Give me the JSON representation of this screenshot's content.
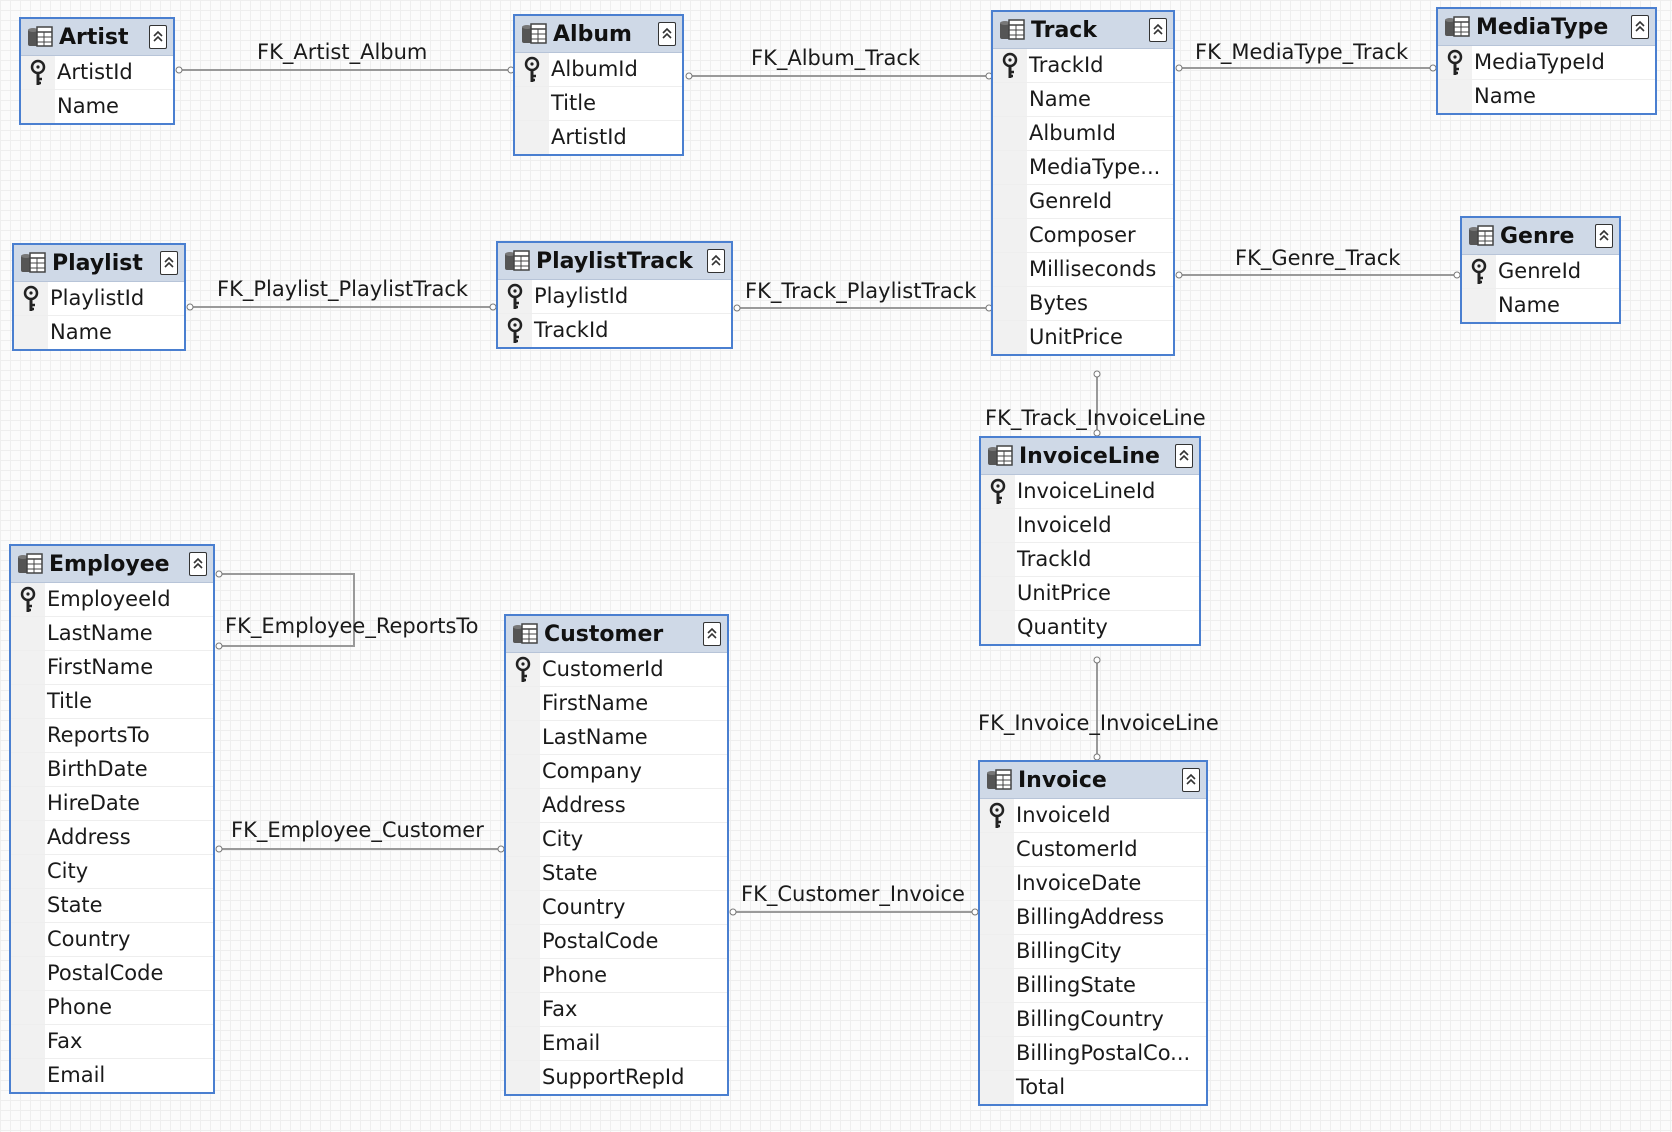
{
  "tables": {
    "artist": {
      "title": "Artist",
      "columns": [
        {
          "name": "ArtistId",
          "pk": true
        },
        {
          "name": "Name",
          "pk": false
        }
      ]
    },
    "album": {
      "title": "Album",
      "columns": [
        {
          "name": "AlbumId",
          "pk": true
        },
        {
          "name": "Title",
          "pk": false
        },
        {
          "name": "ArtistId",
          "pk": false
        }
      ]
    },
    "track": {
      "title": "Track",
      "columns": [
        {
          "name": "TrackId",
          "pk": true
        },
        {
          "name": "Name",
          "pk": false
        },
        {
          "name": "AlbumId",
          "pk": false
        },
        {
          "name": "MediaType...",
          "pk": false
        },
        {
          "name": "GenreId",
          "pk": false
        },
        {
          "name": "Composer",
          "pk": false
        },
        {
          "name": "Milliseconds",
          "pk": false
        },
        {
          "name": "Bytes",
          "pk": false
        },
        {
          "name": "UnitPrice",
          "pk": false
        }
      ]
    },
    "mediatype": {
      "title": "MediaType",
      "columns": [
        {
          "name": "MediaTypeId",
          "pk": true
        },
        {
          "name": "Name",
          "pk": false
        }
      ]
    },
    "genre": {
      "title": "Genre",
      "columns": [
        {
          "name": "GenreId",
          "pk": true
        },
        {
          "name": "Name",
          "pk": false
        }
      ]
    },
    "playlist": {
      "title": "Playlist",
      "columns": [
        {
          "name": "PlaylistId",
          "pk": true
        },
        {
          "name": "Name",
          "pk": false
        }
      ]
    },
    "playlisttrack": {
      "title": "PlaylistTrack",
      "columns": [
        {
          "name": "PlaylistId",
          "pk": true
        },
        {
          "name": "TrackId",
          "pk": true
        }
      ]
    },
    "invoiceline": {
      "title": "InvoiceLine",
      "columns": [
        {
          "name": "InvoiceLineId",
          "pk": true
        },
        {
          "name": "InvoiceId",
          "pk": false
        },
        {
          "name": "TrackId",
          "pk": false
        },
        {
          "name": "UnitPrice",
          "pk": false
        },
        {
          "name": "Quantity",
          "pk": false
        }
      ]
    },
    "employee": {
      "title": "Employee",
      "columns": [
        {
          "name": "EmployeeId",
          "pk": true
        },
        {
          "name": "LastName",
          "pk": false
        },
        {
          "name": "FirstName",
          "pk": false
        },
        {
          "name": "Title",
          "pk": false
        },
        {
          "name": "ReportsTo",
          "pk": false
        },
        {
          "name": "BirthDate",
          "pk": false
        },
        {
          "name": "HireDate",
          "pk": false
        },
        {
          "name": "Address",
          "pk": false
        },
        {
          "name": "City",
          "pk": false
        },
        {
          "name": "State",
          "pk": false
        },
        {
          "name": "Country",
          "pk": false
        },
        {
          "name": "PostalCode",
          "pk": false
        },
        {
          "name": "Phone",
          "pk": false
        },
        {
          "name": "Fax",
          "pk": false
        },
        {
          "name": "Email",
          "pk": false
        }
      ]
    },
    "customer": {
      "title": "Customer",
      "columns": [
        {
          "name": "CustomerId",
          "pk": true
        },
        {
          "name": "FirstName",
          "pk": false
        },
        {
          "name": "LastName",
          "pk": false
        },
        {
          "name": "Company",
          "pk": false
        },
        {
          "name": "Address",
          "pk": false
        },
        {
          "name": "City",
          "pk": false
        },
        {
          "name": "State",
          "pk": false
        },
        {
          "name": "Country",
          "pk": false
        },
        {
          "name": "PostalCode",
          "pk": false
        },
        {
          "name": "Phone",
          "pk": false
        },
        {
          "name": "Fax",
          "pk": false
        },
        {
          "name": "Email",
          "pk": false
        },
        {
          "name": "SupportRepId",
          "pk": false
        }
      ]
    },
    "invoice": {
      "title": "Invoice",
      "columns": [
        {
          "name": "InvoiceId",
          "pk": true
        },
        {
          "name": "CustomerId",
          "pk": false
        },
        {
          "name": "InvoiceDate",
          "pk": false
        },
        {
          "name": "BillingAddress",
          "pk": false
        },
        {
          "name": "BillingCity",
          "pk": false
        },
        {
          "name": "BillingState",
          "pk": false
        },
        {
          "name": "BillingCountry",
          "pk": false
        },
        {
          "name": "BillingPostalCo...",
          "pk": false
        },
        {
          "name": "Total",
          "pk": false
        }
      ]
    }
  },
  "relationships": {
    "fk_artist_album": "FK_Artist_Album",
    "fk_album_track": "FK_Album_Track",
    "fk_mediatype_track": "FK_MediaType_Track",
    "fk_genre_track": "FK_Genre_Track",
    "fk_playlist_playlisttrack": "FK_Playlist_PlaylistTrack",
    "fk_track_playlisttrack": "FK_Track_PlaylistTrack",
    "fk_track_invoiceline": "FK_Track_InvoiceLine",
    "fk_invoice_invoiceline": "FK_Invoice_InvoiceLine",
    "fk_employee_reportsto": "FK_Employee_ReportsTo",
    "fk_employee_customer": "FK_Employee_Customer",
    "fk_customer_invoice": "FK_Customer_Invoice"
  },
  "colors": {
    "table_border": "#4a7fd0",
    "header_bg": "#cfd9e7",
    "line": "#999999"
  }
}
